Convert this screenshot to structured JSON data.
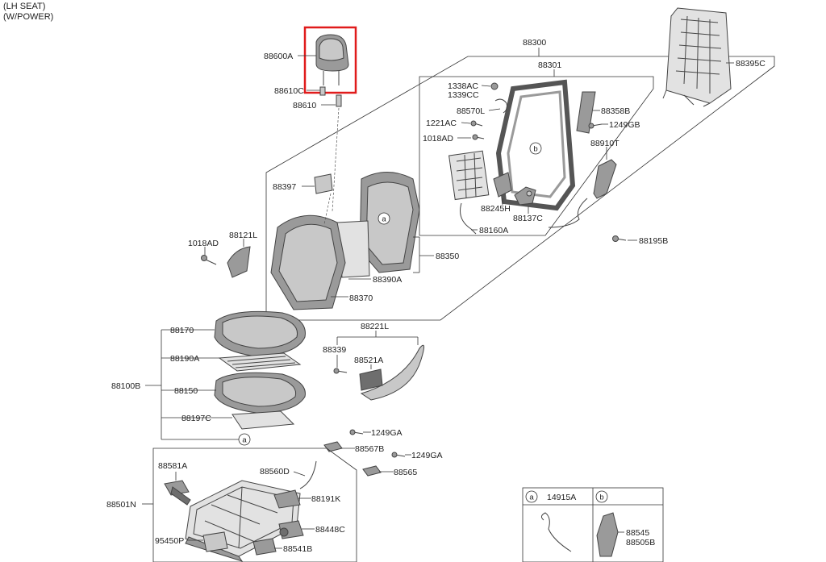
{
  "header": {
    "line1": "(LH SEAT)",
    "line2": "(W/POWER)"
  },
  "labels": {
    "p88600A": "88600A",
    "p88610C": "88610C",
    "p88610": "88610",
    "p88300": "88300",
    "p88301": "88301",
    "p1338AC": "1338AC",
    "p1339CC": "1339CC",
    "p88570L": "88570L",
    "p1221AC": "1221AC",
    "p1018AD_top": "1018AD",
    "p88358B": "88358B",
    "p1249GB": "1249GB",
    "p88910T": "88910T",
    "p88245H": "88245H",
    "p88137C": "88137C",
    "p88160A": "88160A",
    "p88195B": "88195B",
    "p88395C": "88395C",
    "p88397": "88397",
    "p88121L": "88121L",
    "p1018AD_left": "1018AD",
    "p88350": "88350",
    "p88390A": "88390A",
    "p88370": "88370",
    "p88170": "88170",
    "p88190A": "88190A",
    "p88150": "88150",
    "p88100B": "88100B",
    "p88197C": "88197C",
    "p88221L": "88221L",
    "p88339": "88339",
    "p88521A": "88521A",
    "p1249GA_a": "1249GA",
    "p88567B": "88567B",
    "p1249GA_b": "1249GA",
    "p88565": "88565",
    "p88581A": "88581A",
    "p88560D": "88560D",
    "p88191K": "88191K",
    "p88501N": "88501N",
    "p88448C": "88448C",
    "p95450P": "95450P",
    "p88541B": "88541B",
    "p14915A": "14915A",
    "p88545": "88545",
    "p88505B": "88505B"
  },
  "callouts": {
    "a": "a",
    "b": "b"
  },
  "highlight": {
    "part": "88600A",
    "color": "#e01b1b"
  },
  "colors": {
    "line": "#333333",
    "part_fill": "#9a9a9a",
    "part_dark": "#6e6e6e"
  }
}
